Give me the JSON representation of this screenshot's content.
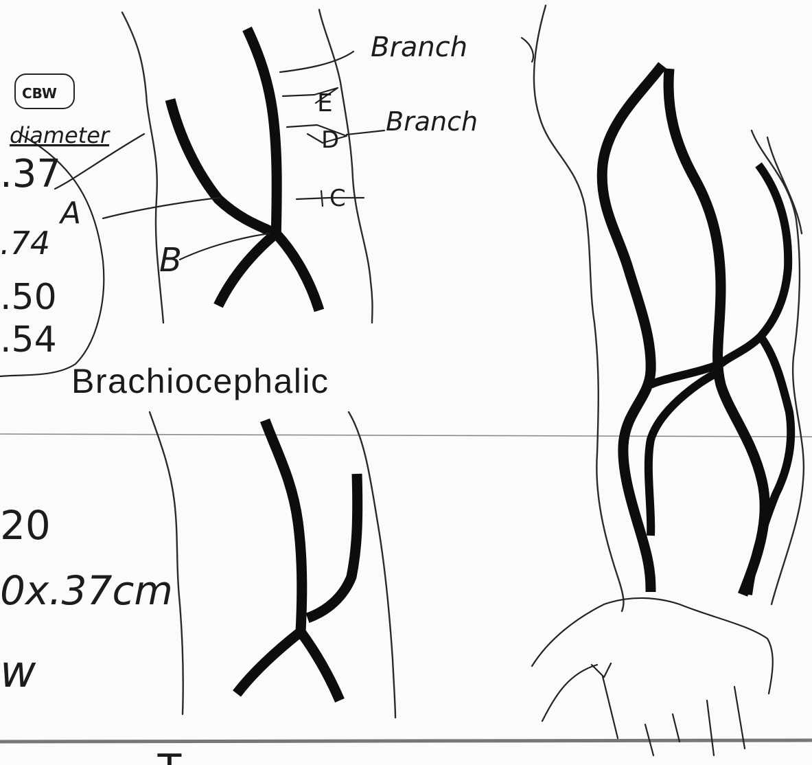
{
  "section_title": "Brachiocephalic",
  "bottom_partial_text": "T",
  "labels": {
    "branch_top": "Branch",
    "branch_mid": "Branch",
    "e": "E",
    "d": "D",
    "c": "C",
    "a": "A",
    "b": "B"
  },
  "notes": {
    "stamp": "CBW",
    "diameter_header": "diameter",
    "values": [
      ".37",
      ".74",
      ".50",
      ".54"
    ],
    "lower_line1": "20",
    "lower_line2": "0x.37cm",
    "lower_line3": "w"
  }
}
